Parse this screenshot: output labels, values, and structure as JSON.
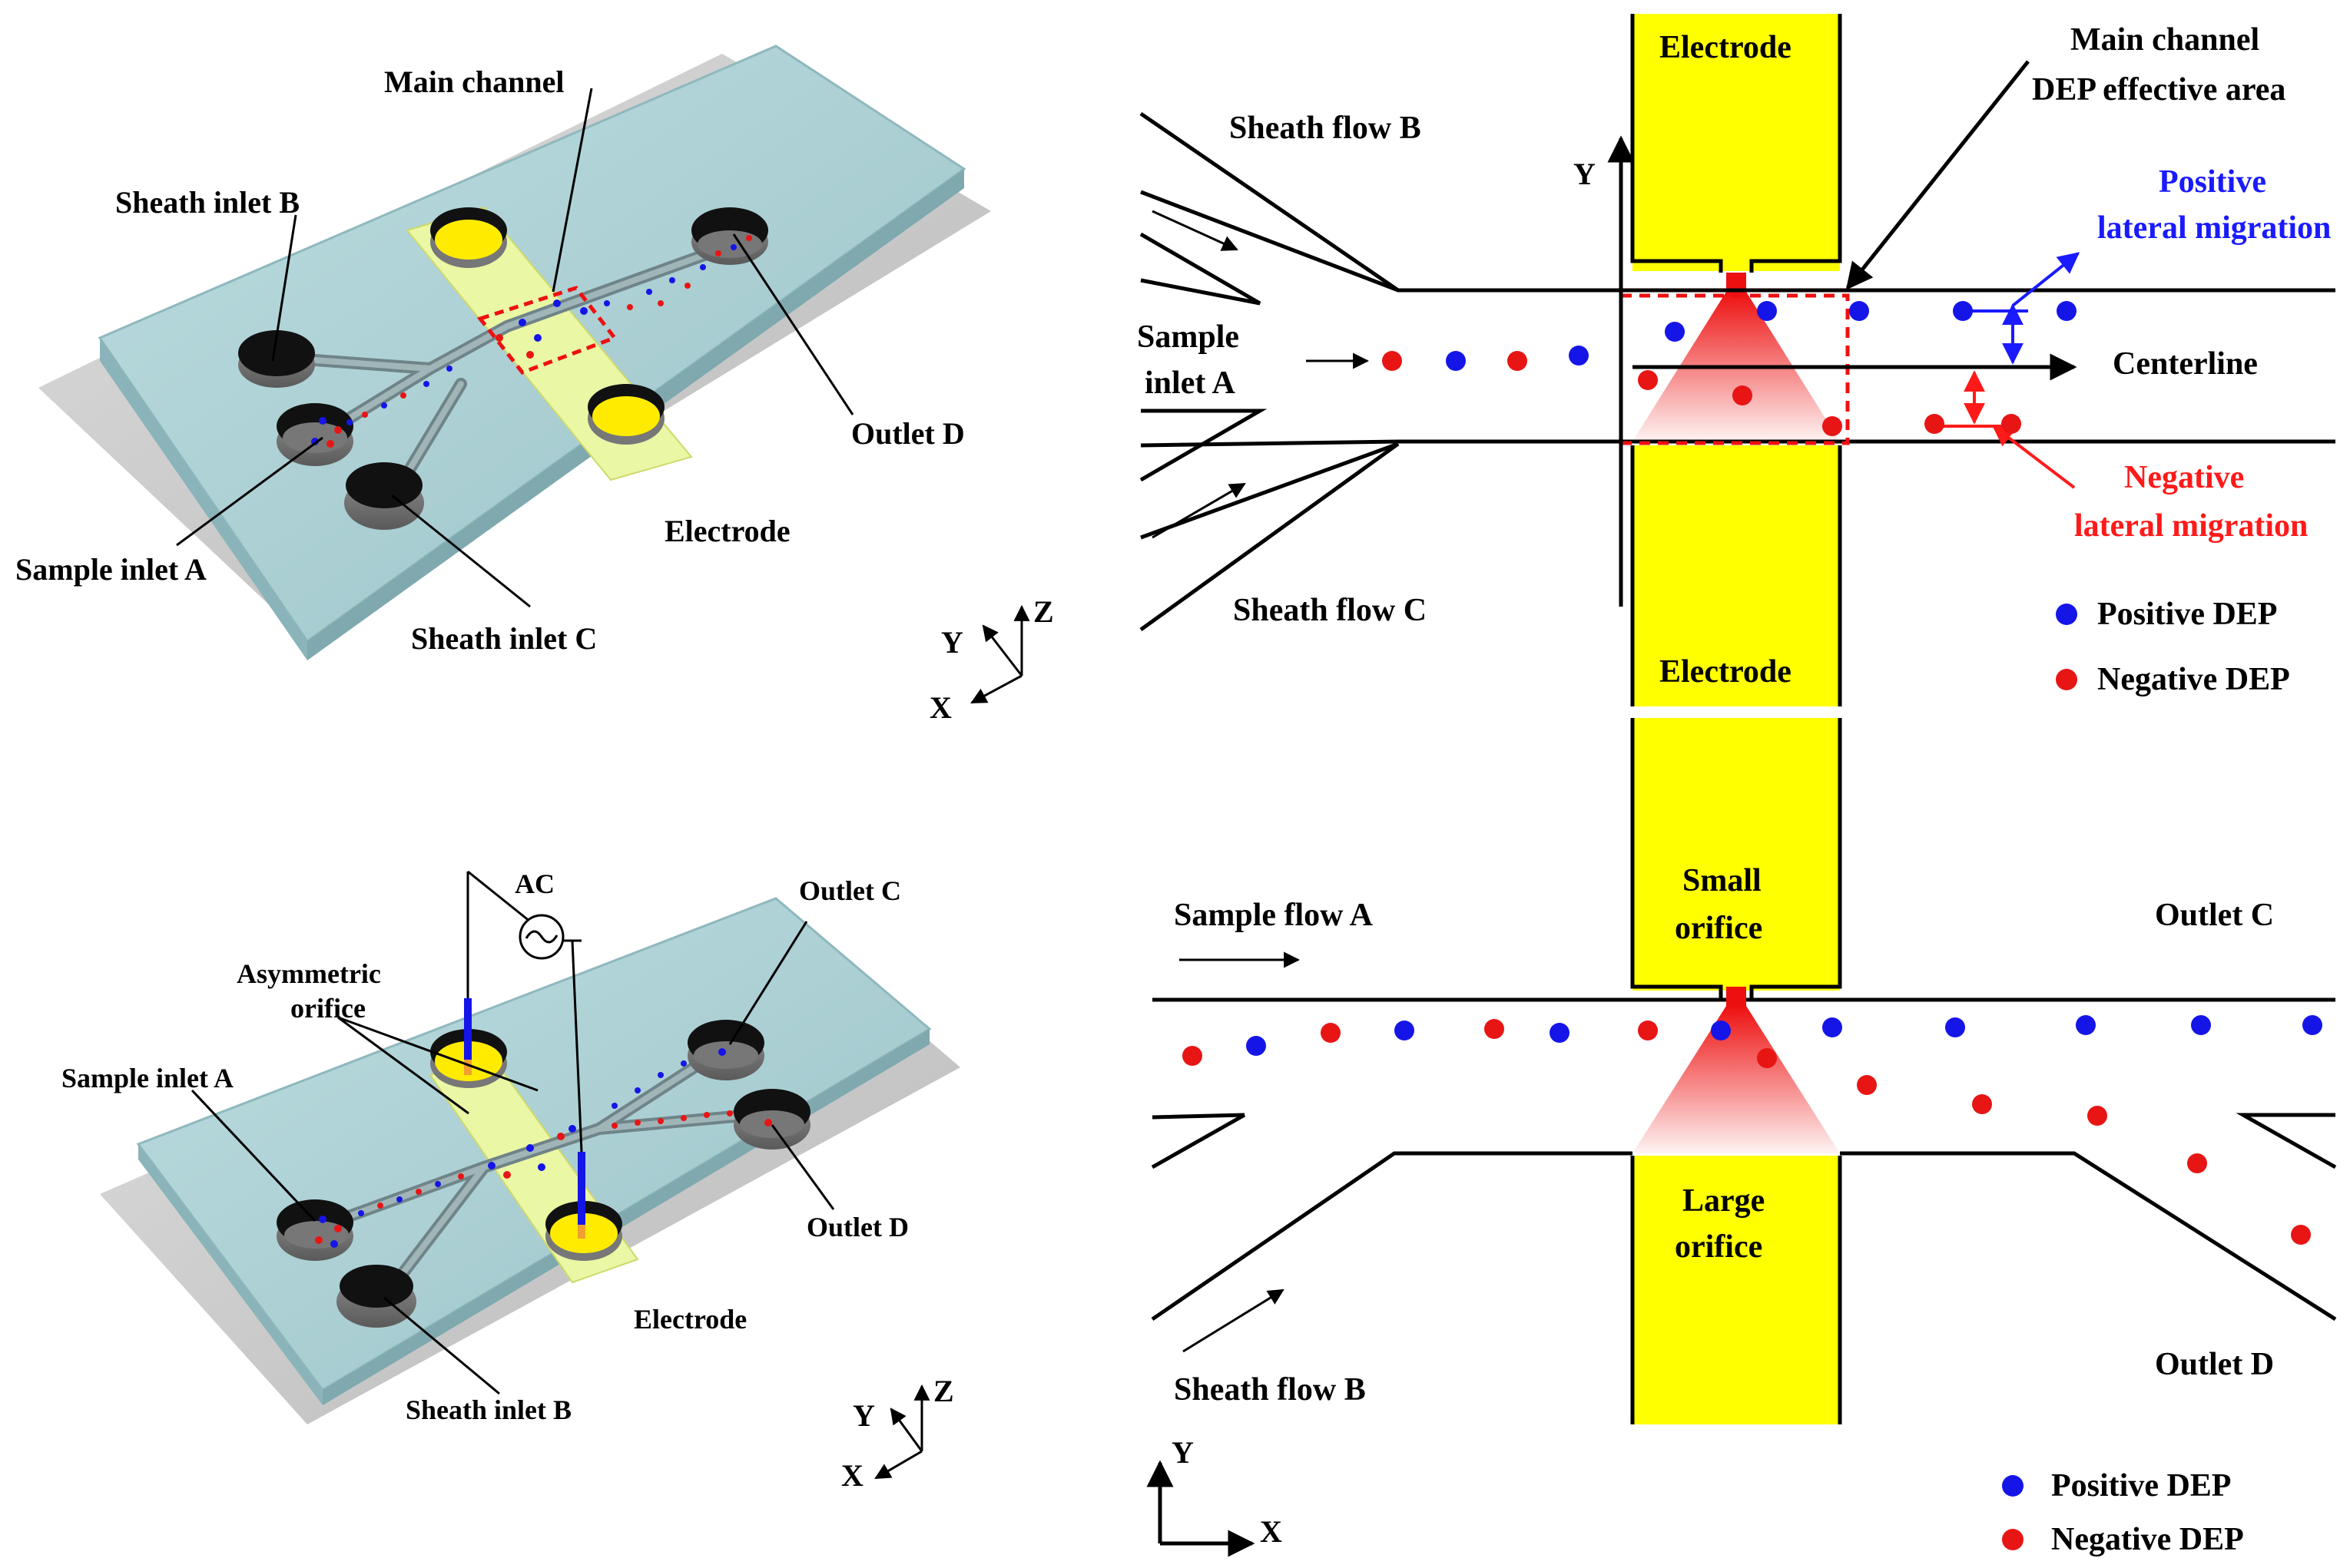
{
  "colors": {
    "positive": "#1515e8",
    "negative": "#e81515",
    "electrode": "#ffff00",
    "glass": "#a9ced3",
    "electrode_strip": "#e6f5a0"
  },
  "top_left": {
    "main_channel": "Main channel",
    "sheath_inlet_b": "Sheath inlet B",
    "outlet_d": "Outlet D",
    "sample_inlet_a": "Sample inlet A",
    "electrode": "Electrode",
    "sheath_inlet_c": "Sheath inlet C",
    "axis_y": "Y",
    "axis_z": "Z",
    "axis_x": "X"
  },
  "bottom_left": {
    "ac": "AC",
    "outlet_c": "Outlet C",
    "asymmetric_orifice_1": "Asymmetric",
    "asymmetric_orifice_2": "orifice",
    "sample_inlet_a": "Sample inlet A",
    "outlet_d": "Outlet D",
    "electrode": "Electrode",
    "sheath_inlet_b": "Sheath inlet B",
    "axis_y": "Y",
    "axis_z": "Z",
    "axis_x": "X"
  },
  "top_right": {
    "electrode_top": "Electrode",
    "electrode_bottom": "Electrode",
    "main_channel_1": "Main channel",
    "main_channel_2": "DEP effective area",
    "sheath_flow_b": "Sheath flow B",
    "sheath_flow_c": "Sheath flow C",
    "axis_y": "Y",
    "positive_1": "Positive",
    "positive_2": "lateral migration",
    "sample_inlet_1": "Sample",
    "sample_inlet_2": "inlet A",
    "centerline": "Centerline",
    "negative_1": "Negative",
    "negative_2": "lateral migration",
    "legend_positive": "Positive DEP",
    "legend_negative": "Negative DEP"
  },
  "bottom_right": {
    "small_orifice_1": "Small",
    "small_orifice_2": "orifice",
    "large_orifice_1": "Large",
    "large_orifice_2": "orifice",
    "sample_flow_a": "Sample flow A",
    "outlet_c": "Outlet C",
    "outlet_d": "Outlet D",
    "sheath_flow_b": "Sheath flow B",
    "axis_y": "Y",
    "axis_x": "X",
    "legend_positive": "Positive DEP",
    "legend_negative": "Negative DEP"
  }
}
